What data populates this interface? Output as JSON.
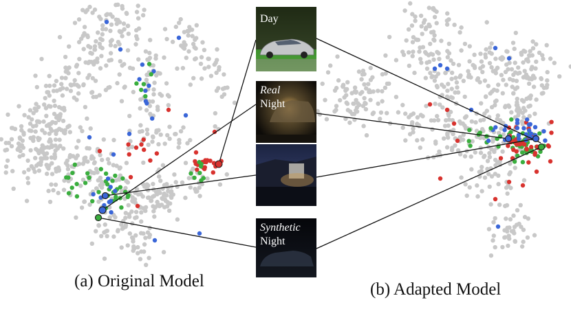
{
  "captions": {
    "left": "(a) Original Model",
    "right": "(b) Adapted Model"
  },
  "thumbnails": [
    {
      "id": "day",
      "lines": [
        {
          "text": "Day",
          "italic": false
        }
      ]
    },
    {
      "id": "real-night",
      "lines": [
        {
          "text": "Real",
          "italic": true
        },
        {
          "text": "Night",
          "italic": false
        }
      ]
    },
    {
      "id": "real-night-2",
      "lines": []
    },
    {
      "id": "synthetic-night",
      "lines": [
        {
          "text": "Synthetic",
          "italic": true
        },
        {
          "text": "Night",
          "italic": false
        }
      ]
    }
  ],
  "colors": {
    "background_points": "#c8c8c8",
    "day": "#3a66d8",
    "real_night": "#d8322e",
    "synthetic_night": "#3aae3e",
    "connector": "#111111"
  }
}
